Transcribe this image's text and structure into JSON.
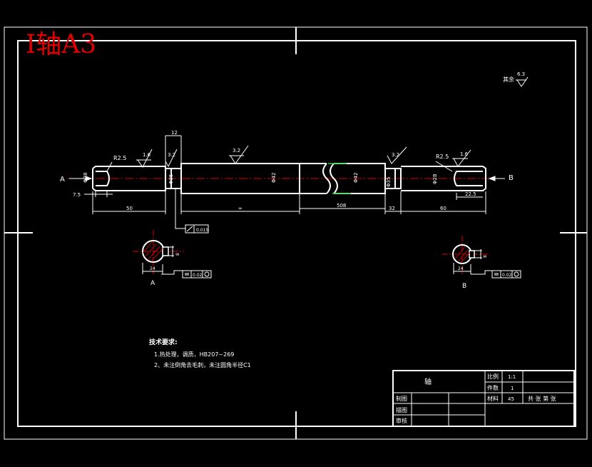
{
  "drawing_title": "Ⅰ轴A3",
  "part_dims": {
    "left_radius": "R2.5",
    "right_radius": "R2.5",
    "left_d": "Φ28",
    "step_d_left": "Φ35",
    "main_d1": "Φ42",
    "main_d2": "Φ42",
    "step_d_right": "Φ35",
    "right_d": "Φ28",
    "left_len": "50",
    "left_chamfer": "7.5",
    "key_left": "12",
    "mid_len_sym": "∞",
    "mid_len": "508",
    "right_step_len": "32",
    "right_len": "60",
    "right_key_len": "22.5",
    "roughness_16_left": "1.6",
    "roughness_32_a": "3.2",
    "roughness_32_b": "3.2",
    "roughness_32_c": "3.2",
    "roughness_16_right": "1.6",
    "runout_tol": "0.015",
    "section_a_label": "A",
    "section_b_label": "B",
    "section_a_width": "8",
    "section_b_width": "8",
    "section_a_depth": "24",
    "section_b_depth": "24",
    "section_a_tol": "0.02",
    "section_b_tol": "0.02",
    "arrow_a": "A",
    "arrow_b": "B",
    "general_roughness_label": "其余",
    "general_roughness_value": "6.3"
  },
  "notes": {
    "heading": "技术要求:",
    "line1": "1.热处理，调质，HB207~269",
    "line2": "2、未注倒角去毛刺，未注圆角半径C1"
  },
  "title_block": {
    "part_name": "轴",
    "scale_label": "比例",
    "scale_value": "1:1",
    "qty_label": "件数",
    "qty_value": "1",
    "material_label": "材料",
    "material_value": "45",
    "sheet_info": "共 张 第 张",
    "drawn_label": "制图",
    "design_label": "描图",
    "check_label": "审核"
  }
}
